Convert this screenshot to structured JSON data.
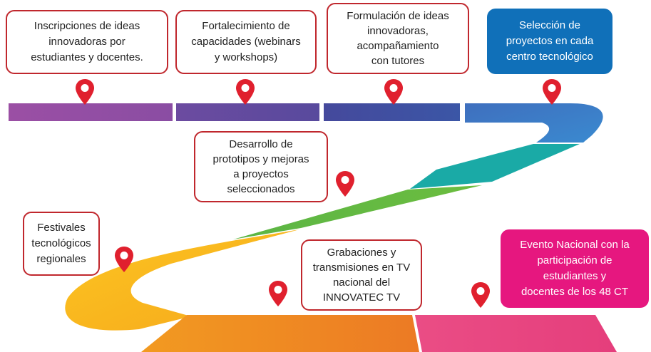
{
  "milestones": [
    {
      "id": "inscripciones",
      "lines": [
        "Inscripciones de ideas",
        "innovadoras por",
        "estudiantes y docentes."
      ]
    },
    {
      "id": "fortalecimiento",
      "lines": [
        "Fortalecimiento de",
        "capacidades (webinars",
        "y workshops)"
      ]
    },
    {
      "id": "formulacion",
      "lines": [
        "Formulación de ideas",
        "innovadoras,",
        "acompañamiento",
        "con tutores"
      ]
    },
    {
      "id": "seleccion",
      "lines": [
        "Selección de",
        "proyectos en cada",
        "centro tecnológico"
      ]
    },
    {
      "id": "desarrollo",
      "lines": [
        "Desarrollo de",
        "prototipos y mejoras",
        "a proyectos",
        "seleccionados"
      ]
    },
    {
      "id": "festivales",
      "lines": [
        "Festivales",
        "tecnológicos",
        "regionales"
      ]
    },
    {
      "id": "grabaciones",
      "lines": [
        "Grabaciones y",
        "transmisiones en TV",
        "nacional del",
        "INNOVATEC TV"
      ]
    },
    {
      "id": "evento-nacional",
      "lines": [
        "Evento Nacional con la",
        "participación de",
        "estudiantes y",
        "docentes de los 48 CT"
      ]
    }
  ],
  "colors": {
    "pin": "#e0202e",
    "box_border": "#c0272d",
    "highlight_blue": "#1070b9",
    "highlight_pink": "#e6177f",
    "road_segments": [
      "#9b4fa4",
      "#5e4a9e",
      "#3e4a9c",
      "#3a7fc8",
      "#1aaaa6",
      "#5bb545",
      "#fbbc1c",
      "#f08d23",
      "#ea4b86"
    ]
  }
}
